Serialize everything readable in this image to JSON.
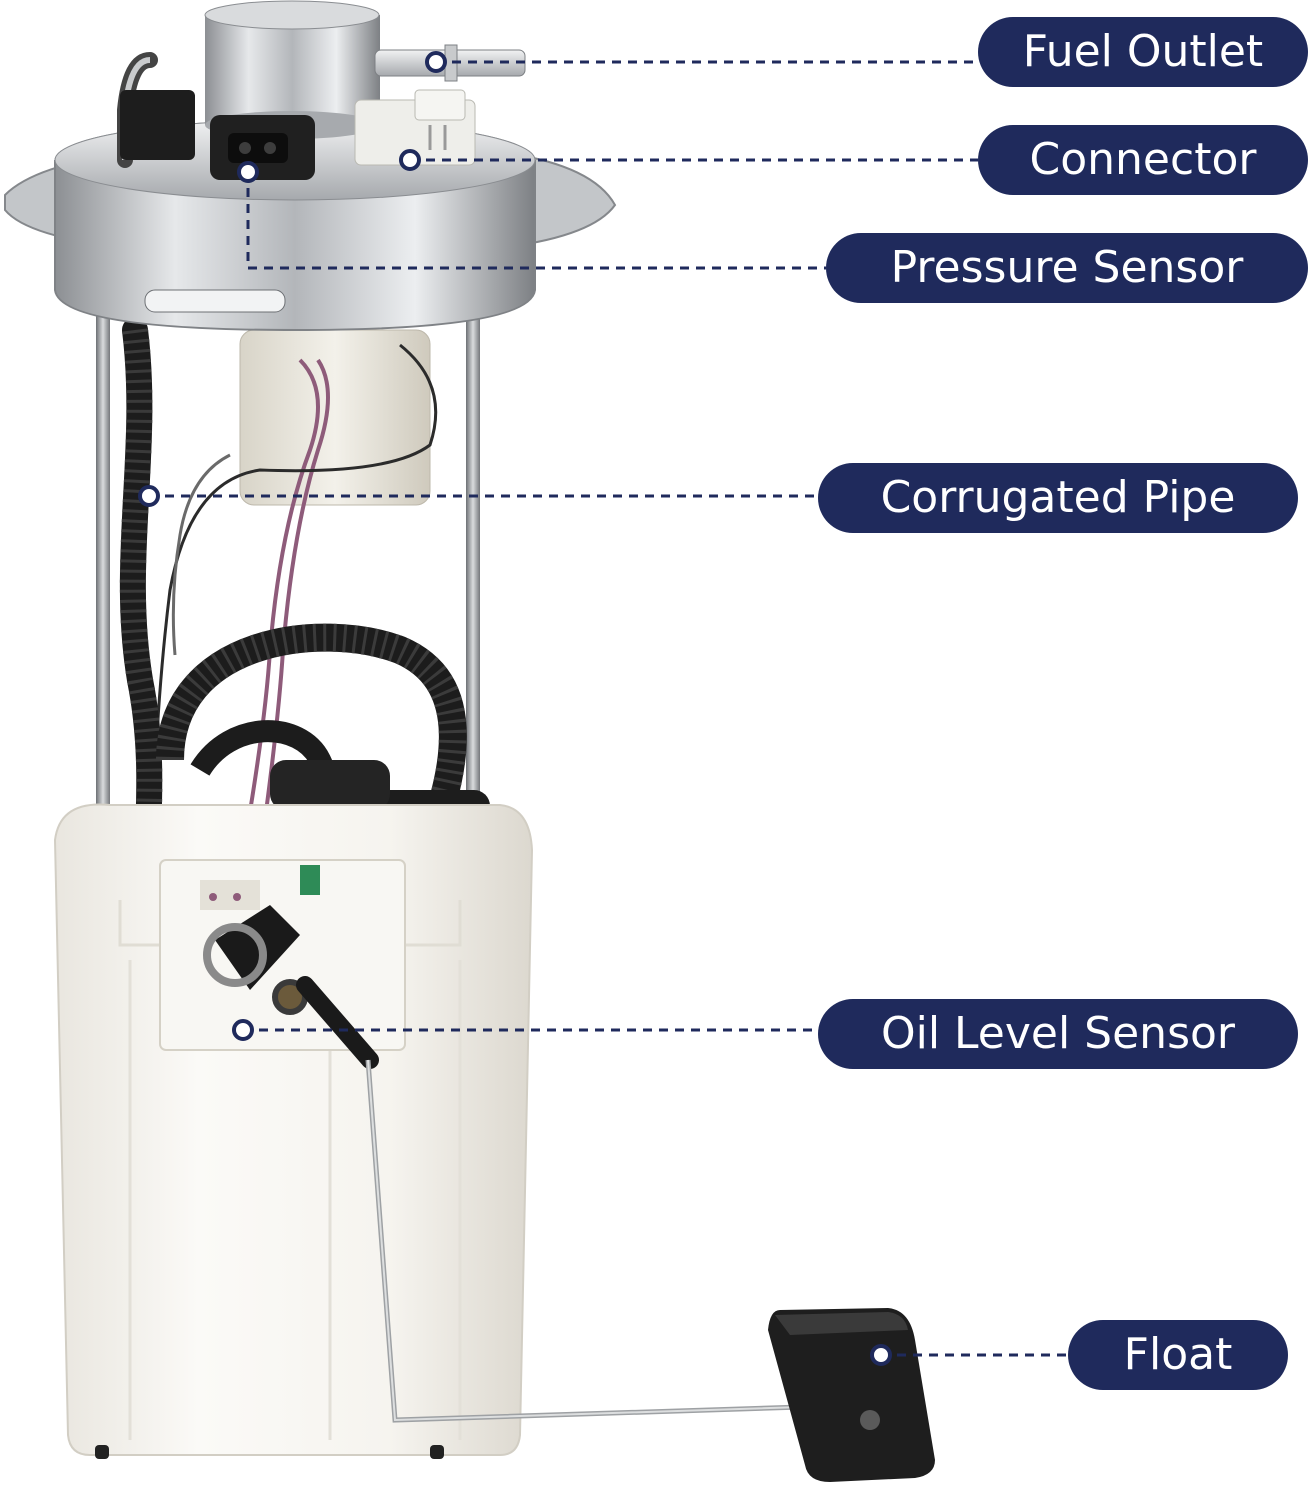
{
  "colors": {
    "label_background": "#1f2a5c",
    "label_text": "#ffffff",
    "leader_line": "#1f2a5c",
    "marker_dot": "#ffffff"
  },
  "callouts": [
    {
      "id": "fuel-outlet",
      "text": "Fuel Outlet"
    },
    {
      "id": "connector",
      "text": "Connector"
    },
    {
      "id": "pressure-sensor",
      "text": "Pressure Sensor"
    },
    {
      "id": "corrugated-pipe",
      "text": "Corrugated Pipe"
    },
    {
      "id": "oil-level-sensor",
      "text": "Oil Level Sensor"
    },
    {
      "id": "float",
      "text": "Float"
    }
  ]
}
